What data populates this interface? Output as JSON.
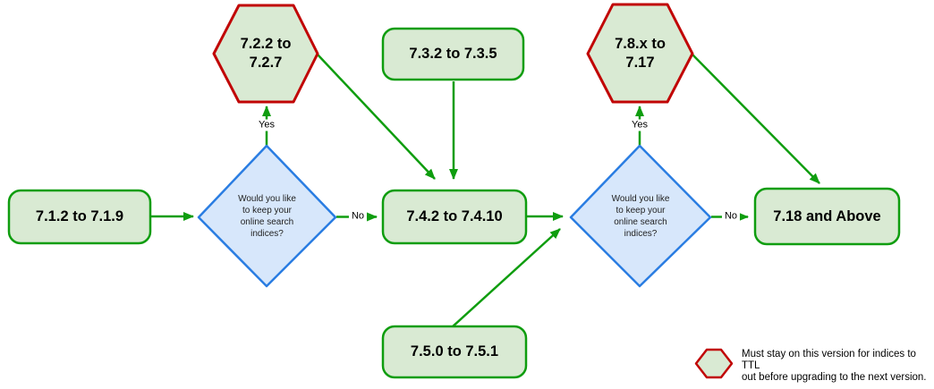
{
  "title": "Upgrade path flowchart",
  "colors": {
    "node_fill_green": "#d9ead3",
    "node_border_green": "#0f9d0f",
    "arrow_green": "#0f9d0f",
    "hexagon_border_red": "#c10505",
    "decision_fill_blue": "#d7e7fb",
    "decision_border_blue": "#2a7de2",
    "text": "#000000"
  },
  "nodes": {
    "box719": {
      "label": "7.1.2 to 7.1.9"
    },
    "hex727": {
      "label": "7.2.2 to\n7.2.7"
    },
    "box735": {
      "label": "7.3.2 to 7.3.5"
    },
    "box7410": {
      "label": "7.4.2 to 7.4.10"
    },
    "box751": {
      "label": "7.5.0 to 7.5.1"
    },
    "hex717": {
      "label": "7.8.x to\n7.17"
    },
    "box718": {
      "label": "7.18 and Above"
    },
    "decision1": {
      "label": "Would you like\nto keep your\nonline search\nindices?"
    },
    "decision2": {
      "label": "Would you like\nto keep your\nonline search\nindices?"
    }
  },
  "edge_labels": {
    "decision1_yes": "Yes",
    "decision1_no": "No",
    "decision2_yes": "Yes",
    "decision2_no": "No"
  },
  "legend": {
    "text": "Must stay on this version for indices to TTL\nout before upgrading to the next version."
  }
}
